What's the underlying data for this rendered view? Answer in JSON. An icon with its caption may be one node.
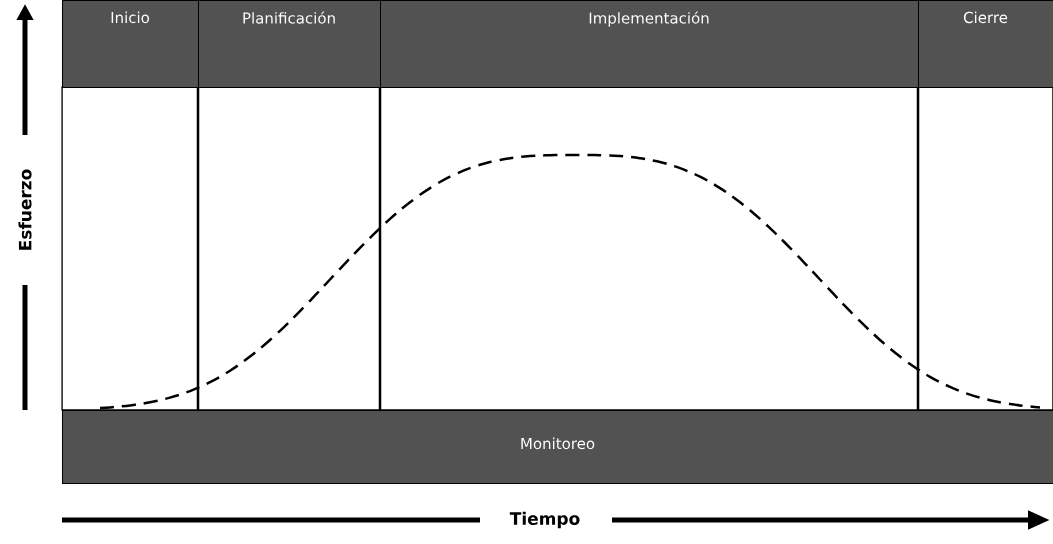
{
  "diagram": {
    "nodes": [
      {
        "text": [
          "Inicio"
        ]
      },
      {
        "text": [
          "Planificación"
        ]
      },
      {
        "text": [
          "Implementación"
        ]
      },
      {
        "text": [
          "Cierre"
        ]
      },
      {
        "text": [
          "Monitoreo"
        ]
      }
    ],
    "labels": [
      "Esfuerzo",
      "Tiempo"
    ]
  }
}
